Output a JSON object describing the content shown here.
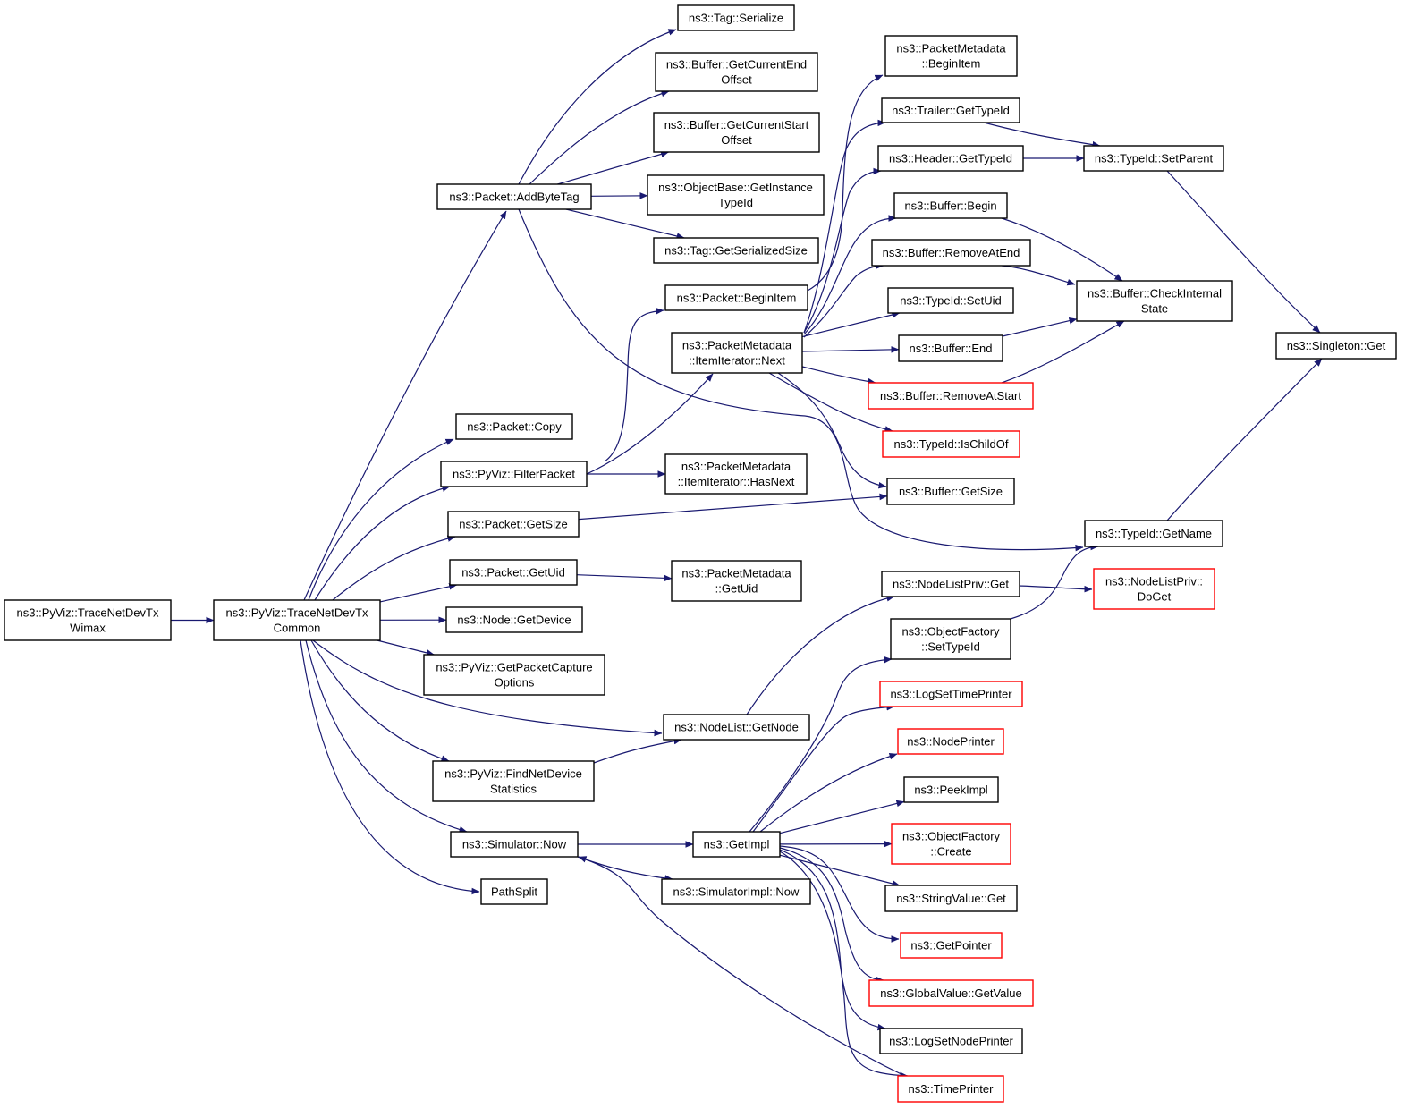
{
  "colors": {
    "edge": "#191970",
    "node_border": "#000000",
    "node_border_truncated": "#ff0000",
    "root_fill": "#bfbfbf",
    "node_fill": "#ffffff",
    "background": "#ffffff"
  },
  "nodes": {
    "n_root": {
      "lines": [
        "ns3::PyViz::TraceNetDevTx",
        "Wimax"
      ],
      "style": "root"
    },
    "n_common": {
      "lines": [
        "ns3::PyViz::TraceNetDevTx",
        "Common"
      ]
    },
    "n_addbytetag": {
      "lines": [
        "ns3::Packet::AddByteTag"
      ]
    },
    "n_copy": {
      "lines": [
        "ns3::Packet::Copy"
      ]
    },
    "n_filterpacket": {
      "lines": [
        "ns3::PyViz::FilterPacket"
      ]
    },
    "n_getsize": {
      "lines": [
        "ns3::Packet::GetSize"
      ]
    },
    "n_getuid": {
      "lines": [
        "ns3::Packet::GetUid"
      ]
    },
    "n_getdevice": {
      "lines": [
        "ns3::Node::GetDevice"
      ]
    },
    "n_getpacketcapture": {
      "lines": [
        "ns3::PyViz::GetPacketCapture",
        "Options"
      ]
    },
    "n_getnode": {
      "lines": [
        "ns3::NodeList::GetNode"
      ]
    },
    "n_findnetdevice": {
      "lines": [
        "ns3::PyViz::FindNetDevice",
        "Statistics"
      ]
    },
    "n_simnow": {
      "lines": [
        "ns3::Simulator::Now"
      ]
    },
    "n_pathsplit": {
      "lines": [
        "PathSplit"
      ]
    },
    "n_tagserialize": {
      "lines": [
        "ns3::Tag::Serialize"
      ]
    },
    "n_getcurrentend": {
      "lines": [
        "ns3::Buffer::GetCurrentEnd",
        "Offset"
      ]
    },
    "n_getcurrentstart": {
      "lines": [
        "ns3::Buffer::GetCurrentStart",
        "Offset"
      ]
    },
    "n_getinstancetypeid": {
      "lines": [
        "ns3::ObjectBase::GetInstance",
        "TypeId"
      ]
    },
    "n_getserializedsize": {
      "lines": [
        "ns3::Tag::GetSerializedSize"
      ]
    },
    "n_beginitem": {
      "lines": [
        "ns3::Packet::BeginItem"
      ]
    },
    "n_itnext": {
      "lines": [
        "ns3::PacketMetadata",
        "::ItemIterator::Next"
      ]
    },
    "n_ithasnext": {
      "lines": [
        "ns3::PacketMetadata",
        "::ItemIterator::HasNext"
      ]
    },
    "n_pmgetuid": {
      "lines": [
        "ns3::PacketMetadata",
        "::GetUid"
      ]
    },
    "n_getimpl": {
      "lines": [
        "ns3::GetImpl"
      ]
    },
    "n_simimplnow": {
      "lines": [
        "ns3::SimulatorImpl::Now"
      ]
    },
    "n_pmbeginitem": {
      "lines": [
        "ns3::PacketMetadata",
        "::BeginItem"
      ]
    },
    "n_trailergettypeid": {
      "lines": [
        "ns3::Trailer::GetTypeId"
      ]
    },
    "n_headergettypeid": {
      "lines": [
        "ns3::Header::GetTypeId"
      ]
    },
    "n_bufbegin": {
      "lines": [
        "ns3::Buffer::Begin"
      ]
    },
    "n_bufremoveatend": {
      "lines": [
        "ns3::Buffer::RemoveAtEnd"
      ]
    },
    "n_typeidsetuid": {
      "lines": [
        "ns3::TypeId::SetUid"
      ]
    },
    "n_bufend": {
      "lines": [
        "ns3::Buffer::End"
      ]
    },
    "n_bufremoveatstart": {
      "lines": [
        "ns3::Buffer::RemoveAtStart"
      ],
      "style": "truncated"
    },
    "n_ischildof": {
      "lines": [
        "ns3::TypeId::IsChildOf"
      ],
      "style": "truncated"
    },
    "n_bufgetsize": {
      "lines": [
        "ns3::Buffer::GetSize"
      ]
    },
    "n_nodelistprivget": {
      "lines": [
        "ns3::NodeListPriv::Get"
      ]
    },
    "n_ofsettypeid": {
      "lines": [
        "ns3::ObjectFactory",
        "::SetTypeId"
      ]
    },
    "n_logsettimeprinter": {
      "lines": [
        "ns3::LogSetTimePrinter"
      ],
      "style": "truncated"
    },
    "n_nodeprinter": {
      "lines": [
        "ns3::NodePrinter"
      ],
      "style": "truncated"
    },
    "n_peekimpl": {
      "lines": [
        "ns3::PeekImpl"
      ]
    },
    "n_ofcreate": {
      "lines": [
        "ns3::ObjectFactory",
        "::Create"
      ],
      "style": "truncated"
    },
    "n_stringvalueget": {
      "lines": [
        "ns3::StringValue::Get"
      ]
    },
    "n_getpointer": {
      "lines": [
        "ns3::GetPointer"
      ],
      "style": "truncated"
    },
    "n_globalvaluegetvalue": {
      "lines": [
        "ns3::GlobalValue::GetValue"
      ],
      "style": "truncated"
    },
    "n_logsetnodeprinter": {
      "lines": [
        "ns3::LogSetNodePrinter"
      ]
    },
    "n_timeprinter": {
      "lines": [
        "ns3::TimePrinter"
      ],
      "style": "truncated"
    },
    "n_setparent": {
      "lines": [
        "ns3::TypeId::SetParent"
      ]
    },
    "n_checkinternalstate": {
      "lines": [
        "ns3::Buffer::CheckInternal",
        "State"
      ]
    },
    "n_typeidgetname": {
      "lines": [
        "ns3::TypeId::GetName"
      ]
    },
    "n_nodelistprivdoget": {
      "lines": [
        "ns3::NodeListPriv::",
        "DoGet"
      ],
      "style": "truncated"
    },
    "n_singletonget": {
      "lines": [
        "ns3::Singleton::Get"
      ]
    }
  },
  "edges": [
    [
      "n_root",
      "n_common"
    ],
    [
      "n_common",
      "n_addbytetag"
    ],
    [
      "n_common",
      "n_copy"
    ],
    [
      "n_common",
      "n_filterpacket"
    ],
    [
      "n_common",
      "n_getsize"
    ],
    [
      "n_common",
      "n_getuid"
    ],
    [
      "n_common",
      "n_getdevice"
    ],
    [
      "n_common",
      "n_getpacketcapture"
    ],
    [
      "n_common",
      "n_getnode"
    ],
    [
      "n_common",
      "n_findnetdevice"
    ],
    [
      "n_common",
      "n_simnow"
    ],
    [
      "n_common",
      "n_pathsplit"
    ],
    [
      "n_addbytetag",
      "n_tagserialize"
    ],
    [
      "n_addbytetag",
      "n_getcurrentend"
    ],
    [
      "n_addbytetag",
      "n_getcurrentstart"
    ],
    [
      "n_addbytetag",
      "n_getinstancetypeid"
    ],
    [
      "n_addbytetag",
      "n_getserializedsize"
    ],
    [
      "n_addbytetag",
      "n_typeidgetname"
    ],
    [
      "n_filterpacket",
      "n_beginitem"
    ],
    [
      "n_filterpacket",
      "n_itnext"
    ],
    [
      "n_filterpacket",
      "n_ithasnext"
    ],
    [
      "n_getsize",
      "n_bufgetsize"
    ],
    [
      "n_getuid",
      "n_pmgetuid"
    ],
    [
      "n_findnetdevice",
      "n_getnode"
    ],
    [
      "n_getnode",
      "n_nodelistprivget"
    ],
    [
      "n_simnow",
      "n_getimpl"
    ],
    [
      "n_simnow",
      "n_simimplnow"
    ],
    [
      "n_beginitem",
      "n_pmbeginitem"
    ],
    [
      "n_itnext",
      "n_trailergettypeid"
    ],
    [
      "n_itnext",
      "n_headergettypeid"
    ],
    [
      "n_itnext",
      "n_bufbegin"
    ],
    [
      "n_itnext",
      "n_bufremoveatend"
    ],
    [
      "n_itnext",
      "n_typeidsetuid"
    ],
    [
      "n_itnext",
      "n_bufend"
    ],
    [
      "n_itnext",
      "n_bufremoveatstart"
    ],
    [
      "n_itnext",
      "n_ischildof"
    ],
    [
      "n_itnext",
      "n_bufgetsize"
    ],
    [
      "n_getimpl",
      "n_ofsettypeid"
    ],
    [
      "n_getimpl",
      "n_logsettimeprinter"
    ],
    [
      "n_getimpl",
      "n_nodeprinter"
    ],
    [
      "n_getimpl",
      "n_peekimpl"
    ],
    [
      "n_getimpl",
      "n_ofcreate"
    ],
    [
      "n_getimpl",
      "n_stringvalueget"
    ],
    [
      "n_getimpl",
      "n_getpointer"
    ],
    [
      "n_getimpl",
      "n_globalvaluegetvalue"
    ],
    [
      "n_getimpl",
      "n_logsetnodeprinter"
    ],
    [
      "n_getimpl",
      "n_timeprinter"
    ],
    [
      "n_timeprinter",
      "n_simnow"
    ],
    [
      "n_trailergettypeid",
      "n_setparent"
    ],
    [
      "n_headergettypeid",
      "n_setparent"
    ],
    [
      "n_bufbegin",
      "n_checkinternalstate"
    ],
    [
      "n_bufremoveatend",
      "n_checkinternalstate"
    ],
    [
      "n_bufend",
      "n_checkinternalstate"
    ],
    [
      "n_bufremoveatstart",
      "n_checkinternalstate"
    ],
    [
      "n_setparent",
      "n_singletonget"
    ],
    [
      "n_typeidgetname",
      "n_singletonget"
    ],
    [
      "n_ofsettypeid",
      "n_typeidgetname"
    ],
    [
      "n_nodelistprivget",
      "n_nodelistprivdoget"
    ]
  ]
}
